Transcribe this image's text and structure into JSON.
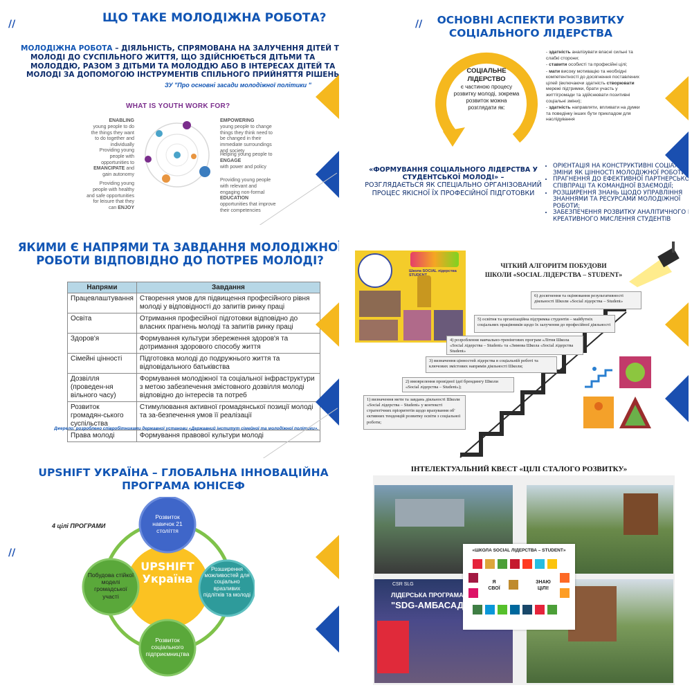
{
  "slide1": {
    "title": "ЩО ТАКЕ МОЛОДІЖНА РОБОТА?",
    "def_term": "МОЛОДІЖНА РОБОТА",
    "def_line1": " – ДІЯЛЬНІСТЬ, СПРЯМОВАНА НА ЗАЛУЧЕННЯ ДІТЕЙ ТА",
    "def_line2": "МОЛОДІ ДО СУСПІЛЬНОГО ЖИТТЯ, ЩО ЗДІЙСНЮЄТЬСЯ ДІТЬМИ ТА",
    "def_line3": "МОЛОДДЮ, РАЗОМ З ДІТЬМИ ТА МОЛОДДЮ АБО В ІНТЕРЕСАХ ДІТЕЙ ТА",
    "def_line4": "МОЛОДІ ЗА ДОПОМОГОЮ ІНСТРУМЕНТІВ СПІЛЬНОГО ПРИЙНЯТТЯ РІШЕНЬ",
    "source": "ЗУ \"Про основні засади молодіжної політики \"",
    "diagram_title": "WHAT IS YOUTH WORK FOR?",
    "left_1_head": "ENABLING",
    "left_1_text": "young people to do the things they want to do together and individually",
    "left_2_pre": "Providing young people with opportunities to",
    "left_2_head": "EMANCIPATE",
    "left_2_post": "and gain autonomy",
    "left_3_pre": "Providing young people with healthy and safe opportunities for leisure that they can",
    "left_3_head": "ENJOY",
    "right_1_head": "EMPOWERING",
    "right_1_text": "young people to change things they think need to be changed in their immediate surroundings and society",
    "right_2_pre": "Helping young people to",
    "right_2_head": "ENGAGE",
    "right_2_post": "with power and policy",
    "right_3_pre": "Providing young people with relevant and engaging non-formal",
    "right_3_head": "EDUCATION",
    "right_3_post": "opportunities that improve their competencies"
  },
  "slide2": {
    "title_line1": "ОСНОВНІ АСПЕКТИ РОЗВИТКУ",
    "title_line2": "СОЦІАЛЬНОГО ЛІДЕРСТВА",
    "circle_head": "СОЦІАЛЬНЕ ЛІДЕРСТВО",
    "circle_text": "є частиною процесу розвитку молоді, зокрема розвиток можна розглядати як:",
    "aspects": [
      {
        "bold": "здатність",
        "text": " аналізувати власні сильні та слабкі сторони;"
      },
      {
        "bold": "ставити",
        "text": " особисті та професійні цілі;"
      },
      {
        "bold": "мати",
        "text": " високу мотивацію та необхідні компетентності до досягнення поставлених цілей (включаючи здатність "
      },
      {
        "bold": "створювати",
        "text": " мережі підтримки, брати участь у життігромади та здійснювати позитивні соціальні зміни);"
      },
      {
        "bold": "здатність",
        "text": " направляти, впливати на думки та поведінку інших бути прикладом для наслідування"
      }
    ],
    "formation_title": "«ФОРМУВАННЯ СОЦІАЛЬНОГО ЛІДЕРСТВА У СТУДЕНТСЬКОЇ МОЛОДІ» –",
    "formation_text": "РОЗГЛЯДАЄТЬСЯ ЯК СПЕЦІАЛЬНО ОРГАНІЗОВАНИЙ ПРОЦЕС ЯКІСНОЇ ЇХ ПРОФЕСІЙНОЇ ПІДГОТОВКИ",
    "bullets": [
      "ОРІЄНТАЦІЯ НА КОНСТРУКТИВНІ СОЦІАЛЬНІ ЗМІНИ ЯК ЦІННОСТІ МОЛОДІЖНОЇ РОБОТИ",
      "ПРАГНЕННЯ ДО ЕФЕКТИВНОЇ ПАРТНЕРСЬКОЇ СПІВПРАЦІ ТА КОМАНДНОЇ ВЗАЄМОДІЇ;",
      "РОЗШИРЕННЯ ЗНАНЬ ЩОДО УПРАВЛІННЯ ЗНАННЯМИ ТА РЕСУРСАМИ МОЛОДІЖНОЇ РОБОТИ;",
      "ЗАБЕЗПЕЧЕННЯ РОЗВИТКУ АНАЛІТИЧНОГО І КРЕАТИВНОГО МИСЛЕННЯ СТУДЕНТІВ"
    ]
  },
  "slide3": {
    "title_line1": "ЯКИМИ Є НАПРЯМИ ТА ЗАВДАННЯ МОЛОДІЖНОЇ",
    "title_line2": "РОБОТИ ВІДПОВІДНО ДО ПОТРЕБ МОЛОДІ?",
    "col1": "Напрями",
    "col2": "Завдання",
    "rows": [
      {
        "dir": "Працевлаштування",
        "task": "Створення умов для підвищення професійного рівня молоді у відповідності до запитів ринку праці"
      },
      {
        "dir": "Освіта",
        "task": "Отримання професійної підготовки відповідно до власних прагнень молоді та запитів ринку праці"
      },
      {
        "dir": "Здоров'я",
        "task": "Формування культури збереження здоров'я та дотримання здорового способу життя"
      },
      {
        "dir": "Сімейні цінності",
        "task": "Підготовка молоді до подружнього життя та відповідального батьківства"
      },
      {
        "dir": "Дозвілля (проведен-ня вільного часу)",
        "task": "Формування молодіжної та соціальної інфраструктури з метою забезпечення змістовного дозвілля молоді відповідно до інтересів та потреб"
      },
      {
        "dir": "Розвиток громадян-ського суспільства",
        "task": "Стимулювання активної громадянської позиції молоді та за-безпечення умов її реалізації"
      },
      {
        "dir": "Права молоді",
        "task": "Формування правової культури молоді"
      }
    ],
    "source": "Джерело: розроблено співробітниками державної установи «Державний інститут сімейної та молодіжної політики»."
  },
  "slide4": {
    "school_label": "Школа SOCIAL лідерства STUDENT",
    "algo_title_line1": "ЧІТКИЙ АЛГОРИТМ ПОБУДОВИ",
    "algo_title_line2": "ШКОЛИ «SOCIAL ЛІДЕРСТВА – STUDENT»",
    "steps": [
      "1) визначення мети та завдань діяльності Школи «Social лідерства – Student» у контексті стратегічних пріоритетів щодо врахування об' єктивних тенденцій розвитку освіти з соціальної роботи;",
      "2) вмоврелення провідної ідеї брендингу Школи «Social лідерства – Student»);",
      "3) визначення цінностей лідерства в соціальній роботі та ключових змістових напрямів діяльності Школи;",
      "4) розроблення навчально-тренінгових програм «Літня Школа «Social лідерства – Student» та «Зимова Школа «Social лідерства Student»",
      "5) освітня та організаційна підтримка студентів – майбутніх соціальних працівників щодо їх залучення до професійної діяльності",
      "6) досягнення та оцінювання результативності діяльності Школи «Social лідерства – Student»"
    ]
  },
  "slide5": {
    "title_brand": "UPSHIFT",
    "title_rest1": " УКРАЇНА – ГЛОБАЛЬНА ІННОВАЦІЙНА",
    "title_line2": "ПРОГРАМА ЮНІСЕФ",
    "goals_label": "4 цілі ПРОГРАМИ",
    "center_line1": "UPSHIFT",
    "center_line2": "Україна",
    "top": "Розвиток навичок 21 століття",
    "right": "Розширення можливостей для соціально вразливих підлітків та молоді",
    "bottom": "Розвиток соціального підприємництва",
    "left": "Побудова стійкої моделі громадської участі"
  },
  "slide6": {
    "title": "ІНТЕЛЕКТУАЛЬНИЙ КВЕСТ «ЦІЛІ СТАЛОГО РОЗВИТКУ»",
    "center_label": "«ШКОЛА SOCIAL ЛІДЕРСТВА – STUDENT»",
    "left_word1": "Я",
    "left_word2": "СВОЇ",
    "right_word1": "ЗНАЮ",
    "right_word2": "ЦІЛІ!",
    "banner_small": "CSR SLG",
    "banner_line1": "ЛІДЕРСЬКА ПРОГРАМА ДЛЯ",
    "banner_line2": "\"SDG-АМБАСАД"
  },
  "colors": {
    "title_blue": "#1155b4",
    "accent_yellow": "#f5b81e",
    "accent_navy": "#1a4fb0",
    "purple": "#7a2d8c"
  }
}
